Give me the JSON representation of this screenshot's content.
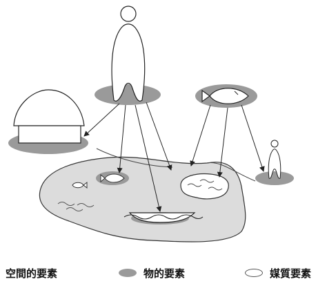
{
  "legend": {
    "spatial": "空間的要素",
    "material": "物的要素",
    "medium": "媒質要素"
  },
  "colors": {
    "material_gray": "#9a9a9a",
    "island_gray": "#dcdcdc",
    "outline": "#222222"
  },
  "icons": [
    "large-person-icon",
    "house-icon",
    "fish-icon",
    "small-person-icon",
    "boat-icon",
    "pond-icon",
    "island-icon"
  ]
}
